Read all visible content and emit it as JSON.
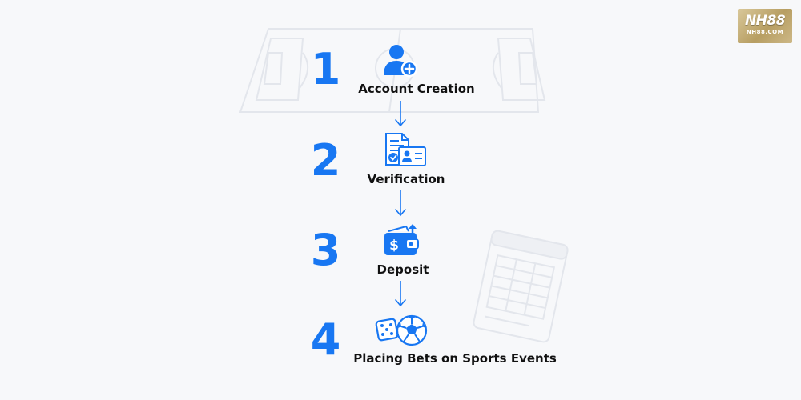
{
  "brand": {
    "logo_text": "NH88",
    "logo_subtext": "NH88.COM"
  },
  "accent_color": "#1877f2",
  "steps": [
    {
      "number": "1",
      "label": "Account Creation",
      "icon": "user-add-icon"
    },
    {
      "number": "2",
      "label": "Verification",
      "icon": "id-document-icon"
    },
    {
      "number": "3",
      "label": "Deposit",
      "icon": "wallet-icon"
    },
    {
      "number": "4",
      "label": "Placing Bets on Sports Events",
      "icon": "dice-and-soccer-ball-icon"
    }
  ],
  "connectors": [
    "arrow-down",
    "arrow-down",
    "arrow-down"
  ]
}
